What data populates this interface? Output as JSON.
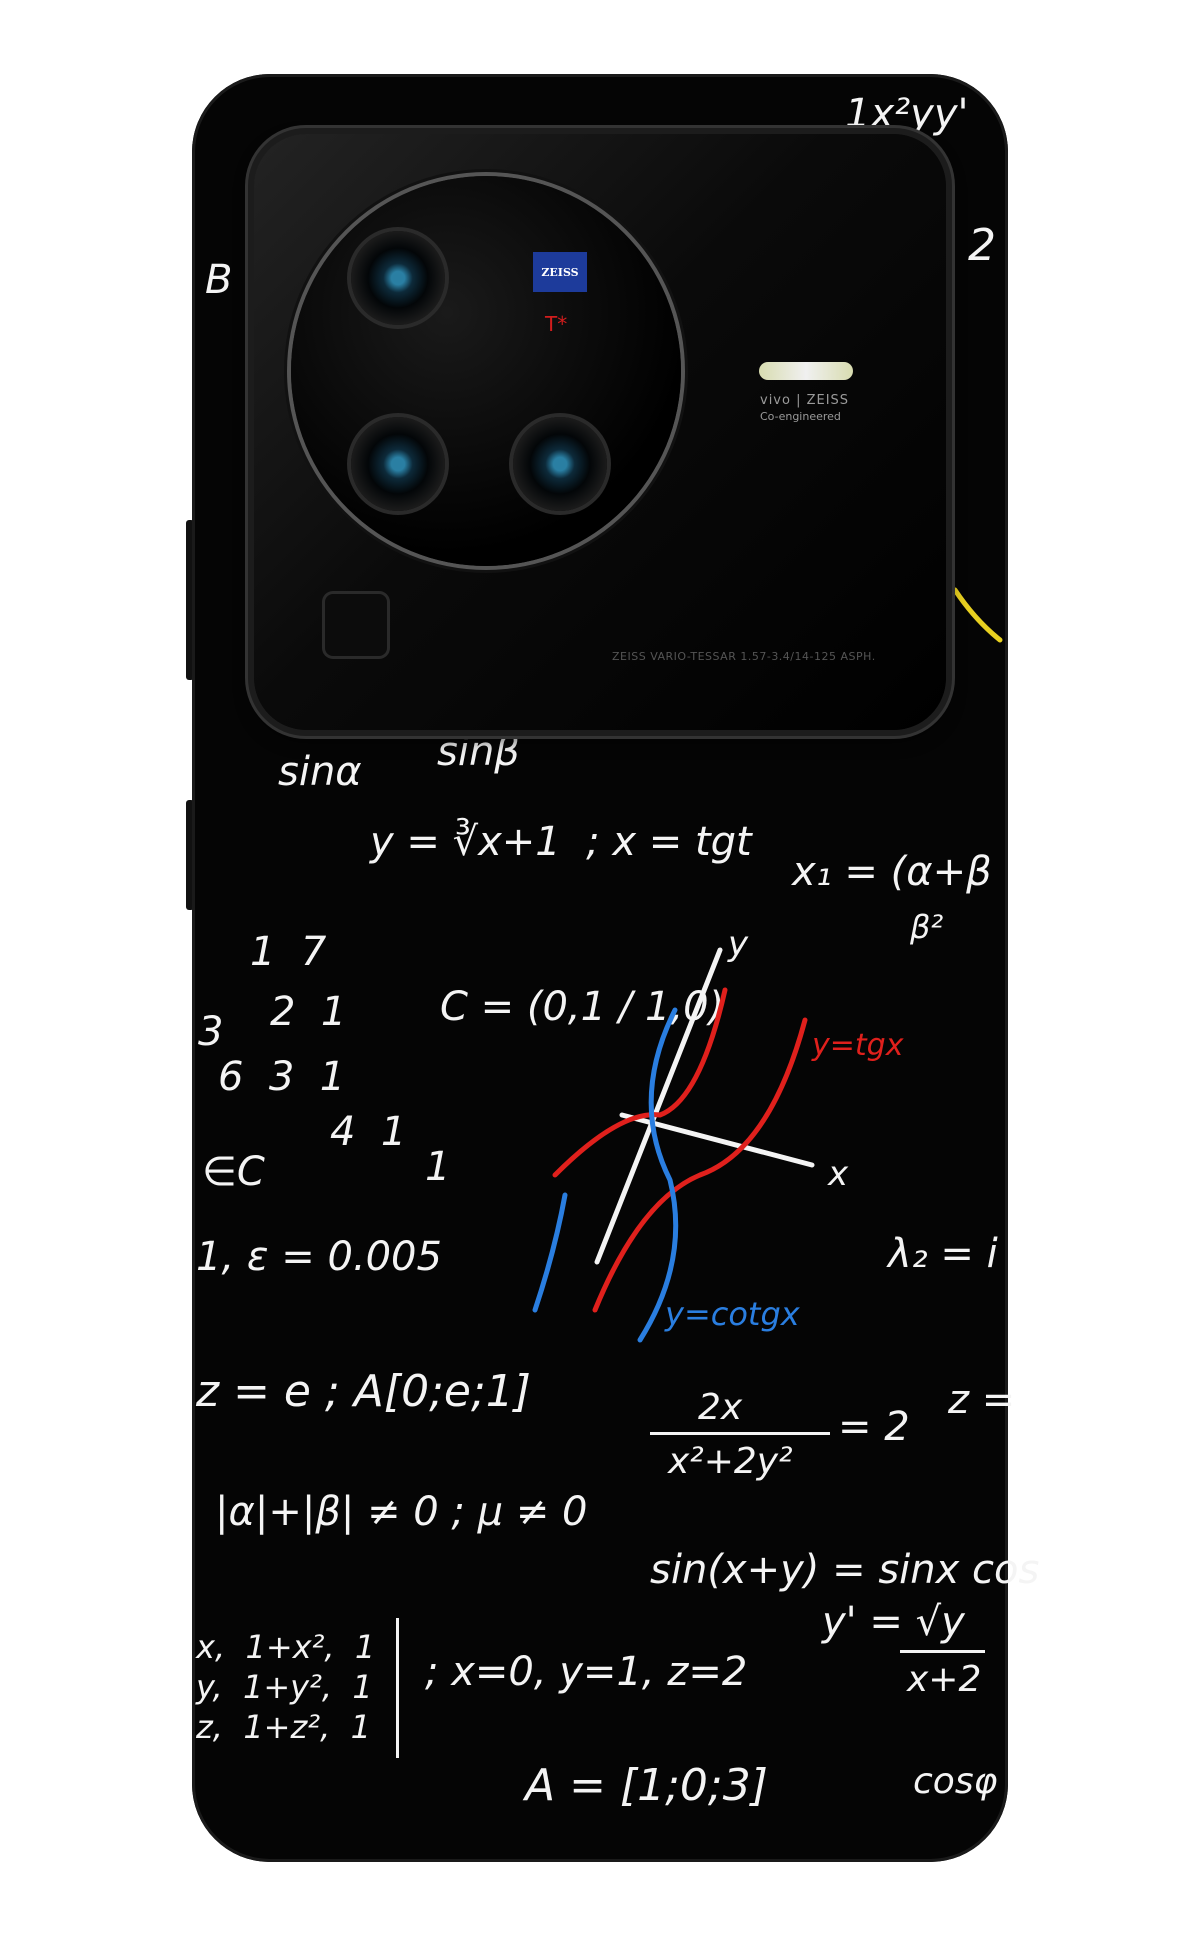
{
  "product": {
    "case_color": "#050505",
    "camera_module": {
      "logo": "ZEISS",
      "logo_mark": "T*",
      "brand_line": "vivo | ZEISS",
      "brand_subline": "Co-engineered",
      "lens_info": "ZEISS VARIO-TESSAR   1.57-3.4/14-125 ASPH."
    },
    "formulas": {
      "top_right": "1x²yy'",
      "top_right_2": "2",
      "left_b": "B",
      "sin_a": "sinα",
      "sin_b": "sinβ",
      "cube_root": "y = ∛x+1  ; x = tgt",
      "x1": "x₁ = (α+β",
      "beta2": "β²",
      "matrix_c": "C = (0,1 / 1,0)",
      "nums_1": "1  7",
      "nums_2": "2  1",
      "nums_3": "3",
      "nums_4": "6  3  1",
      "nums_5": "4  1",
      "nums_6": "1",
      "in_c": "∈C",
      "epsilon": "1, ε = 0.005",
      "lambda": "λ₂ = i",
      "z_e": "z = e ; A[0;e;1]",
      "frac_num": "2x",
      "frac_den": "x²+2y²",
      "frac_eq": "= 2",
      "z_eq": "z =",
      "abs": "|α|+|β| ≠ 0 ; μ ≠ 0",
      "sin_sum": "sin(x+y) = sinx cos",
      "y_prime_num": "y' = √y",
      "y_prime_den": "x+2",
      "mat_row1": "x,  1+x²,  1",
      "mat_row2": "y,  1+y²,  1",
      "mat_row3": "z,  1+z²,  1",
      "xyz": "; x=0, y=1, z=2",
      "a_vec": "A = [1;0;3]",
      "cos_phi": "cosφ",
      "tg_label": "y=tgx",
      "cotg_label": "y=cotgx",
      "axis_x": "x",
      "axis_y": "y"
    },
    "colors": {
      "chalk": "#f4f4f4",
      "red": "#e0201c",
      "blue": "#2a7ee0",
      "yellow": "#e8d020"
    }
  }
}
